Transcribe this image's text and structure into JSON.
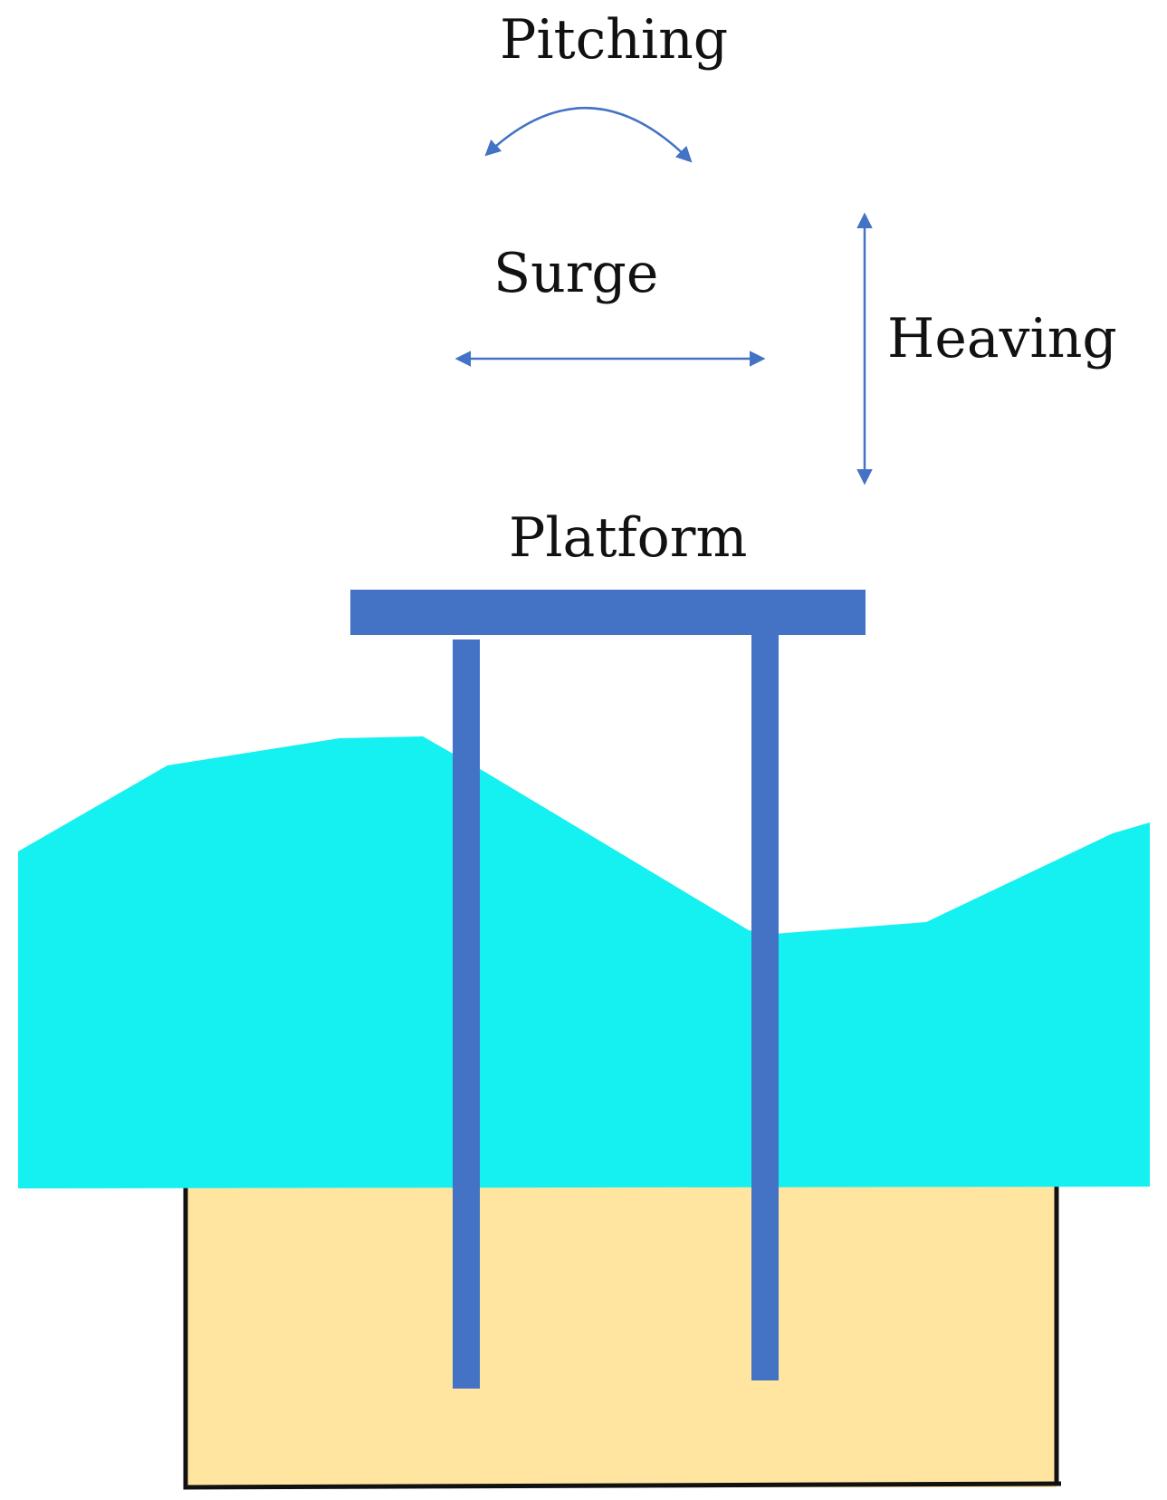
{
  "labels": {
    "pitching": "Pitching",
    "surge": "Surge",
    "heaving": "Heaving",
    "platform": "Platform"
  },
  "colors": {
    "structure": "#4472C4",
    "water": "#15F0F0",
    "seabed": "#FFE5A0",
    "outline": "#111111",
    "arrow": "#4472C4"
  }
}
